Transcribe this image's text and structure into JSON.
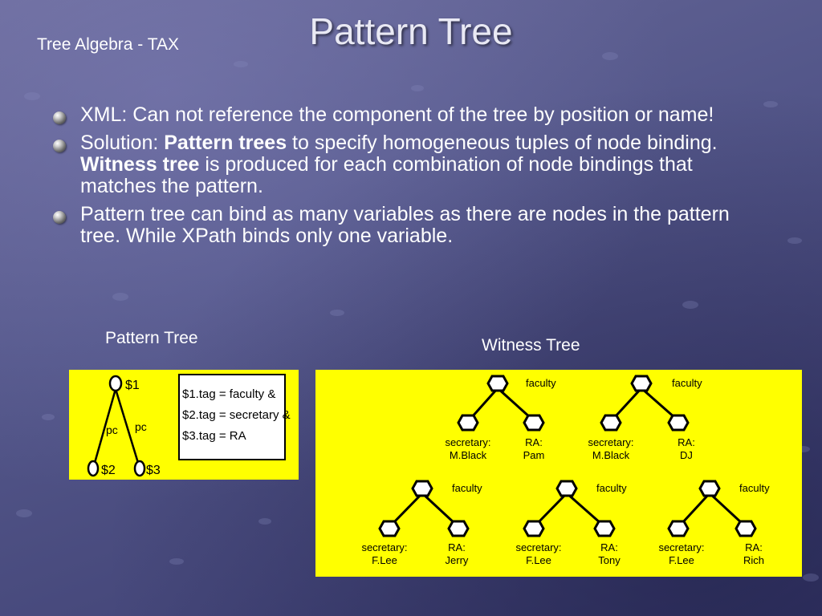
{
  "slide": {
    "corner_label": "Tree Algebra - TAX",
    "title": "Pattern Tree"
  },
  "bullets": {
    "b1": {
      "text": "XML: Can not reference the component of the tree by position or name!"
    },
    "b2": {
      "prefix": "Solution: ",
      "bold1": "Pattern trees",
      "mid": " to specify homogeneous tuples of node binding. ",
      "bold2": "Witness tree",
      "suffix": " is produced for each combination of node bindings that matches the pattern."
    },
    "b3": {
      "text": "Pattern tree can bind as many variables as there are nodes in the pattern tree. While XPath binds only one variable."
    }
  },
  "pattern_tree": {
    "caption": "Pattern Tree",
    "root_label": "$1",
    "left_label": "$2",
    "right_label": "$3",
    "edge_left": "pc",
    "edge_right": "pc",
    "condition_1": "$1.tag = faculty &",
    "condition_2": "$2.tag = secretary &",
    "condition_3": "$3.tag = RA"
  },
  "witness_tree": {
    "caption": "Witness Tree",
    "trees": [
      {
        "root": "faculty",
        "left_1": "secretary:",
        "left_2": "M.Black",
        "right_1": "RA:",
        "right_2": "Pam"
      },
      {
        "root": "faculty",
        "left_1": "secretary:",
        "left_2": "M.Black",
        "right_1": "RA:",
        "right_2": "DJ"
      },
      {
        "root": "faculty",
        "left_1": "secretary:",
        "left_2": "F.Lee",
        "right_1": "RA:",
        "right_2": "Jerry"
      },
      {
        "root": "faculty",
        "left_1": "secretary:",
        "left_2": "F.Lee",
        "right_1": "RA:",
        "right_2": "Tony"
      },
      {
        "root": "faculty",
        "left_1": "secretary:",
        "left_2": "F.Lee",
        "right_1": "RA:",
        "right_2": "Rich"
      }
    ]
  },
  "colors": {
    "background": "#55588a",
    "panel": "#ffff00",
    "text": "#ffffff"
  }
}
